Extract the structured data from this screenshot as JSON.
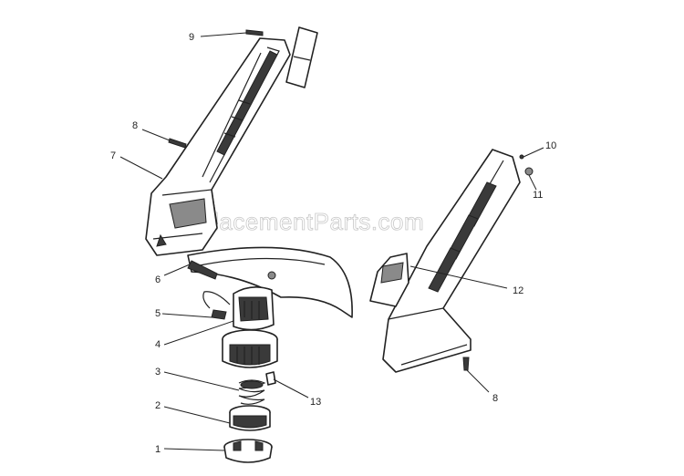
{
  "watermark": "eReplacementParts.com",
  "callouts": [
    {
      "id": "1",
      "label": "1"
    },
    {
      "id": "2",
      "label": "2"
    },
    {
      "id": "3",
      "label": "3"
    },
    {
      "id": "4",
      "label": "4"
    },
    {
      "id": "5",
      "label": "5"
    },
    {
      "id": "6",
      "label": "6"
    },
    {
      "id": "7",
      "label": "7"
    },
    {
      "id": "8a",
      "label": "8"
    },
    {
      "id": "8b",
      "label": "8"
    },
    {
      "id": "9",
      "label": "9"
    },
    {
      "id": "10",
      "label": "10"
    },
    {
      "id": "11",
      "label": "11"
    },
    {
      "id": "12",
      "label": "12"
    },
    {
      "id": "13",
      "label": "13"
    }
  ]
}
